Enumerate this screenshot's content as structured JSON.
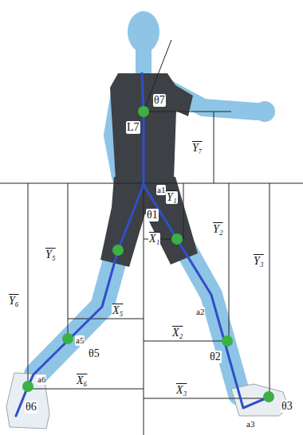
{
  "diagram": {
    "labels": [
      "θ7",
      "L7",
      "Y₇",
      "a1",
      "θ1",
      "Y₁",
      "X₁",
      "Y₂",
      "Y₃",
      "a2",
      "θ2",
      "X₂",
      "X₃",
      "a3",
      "θ3",
      "Y₅",
      "X₅",
      "a5",
      "θ5",
      "Y₆",
      "X₆",
      "a6",
      "θ6"
    ]
  }
}
